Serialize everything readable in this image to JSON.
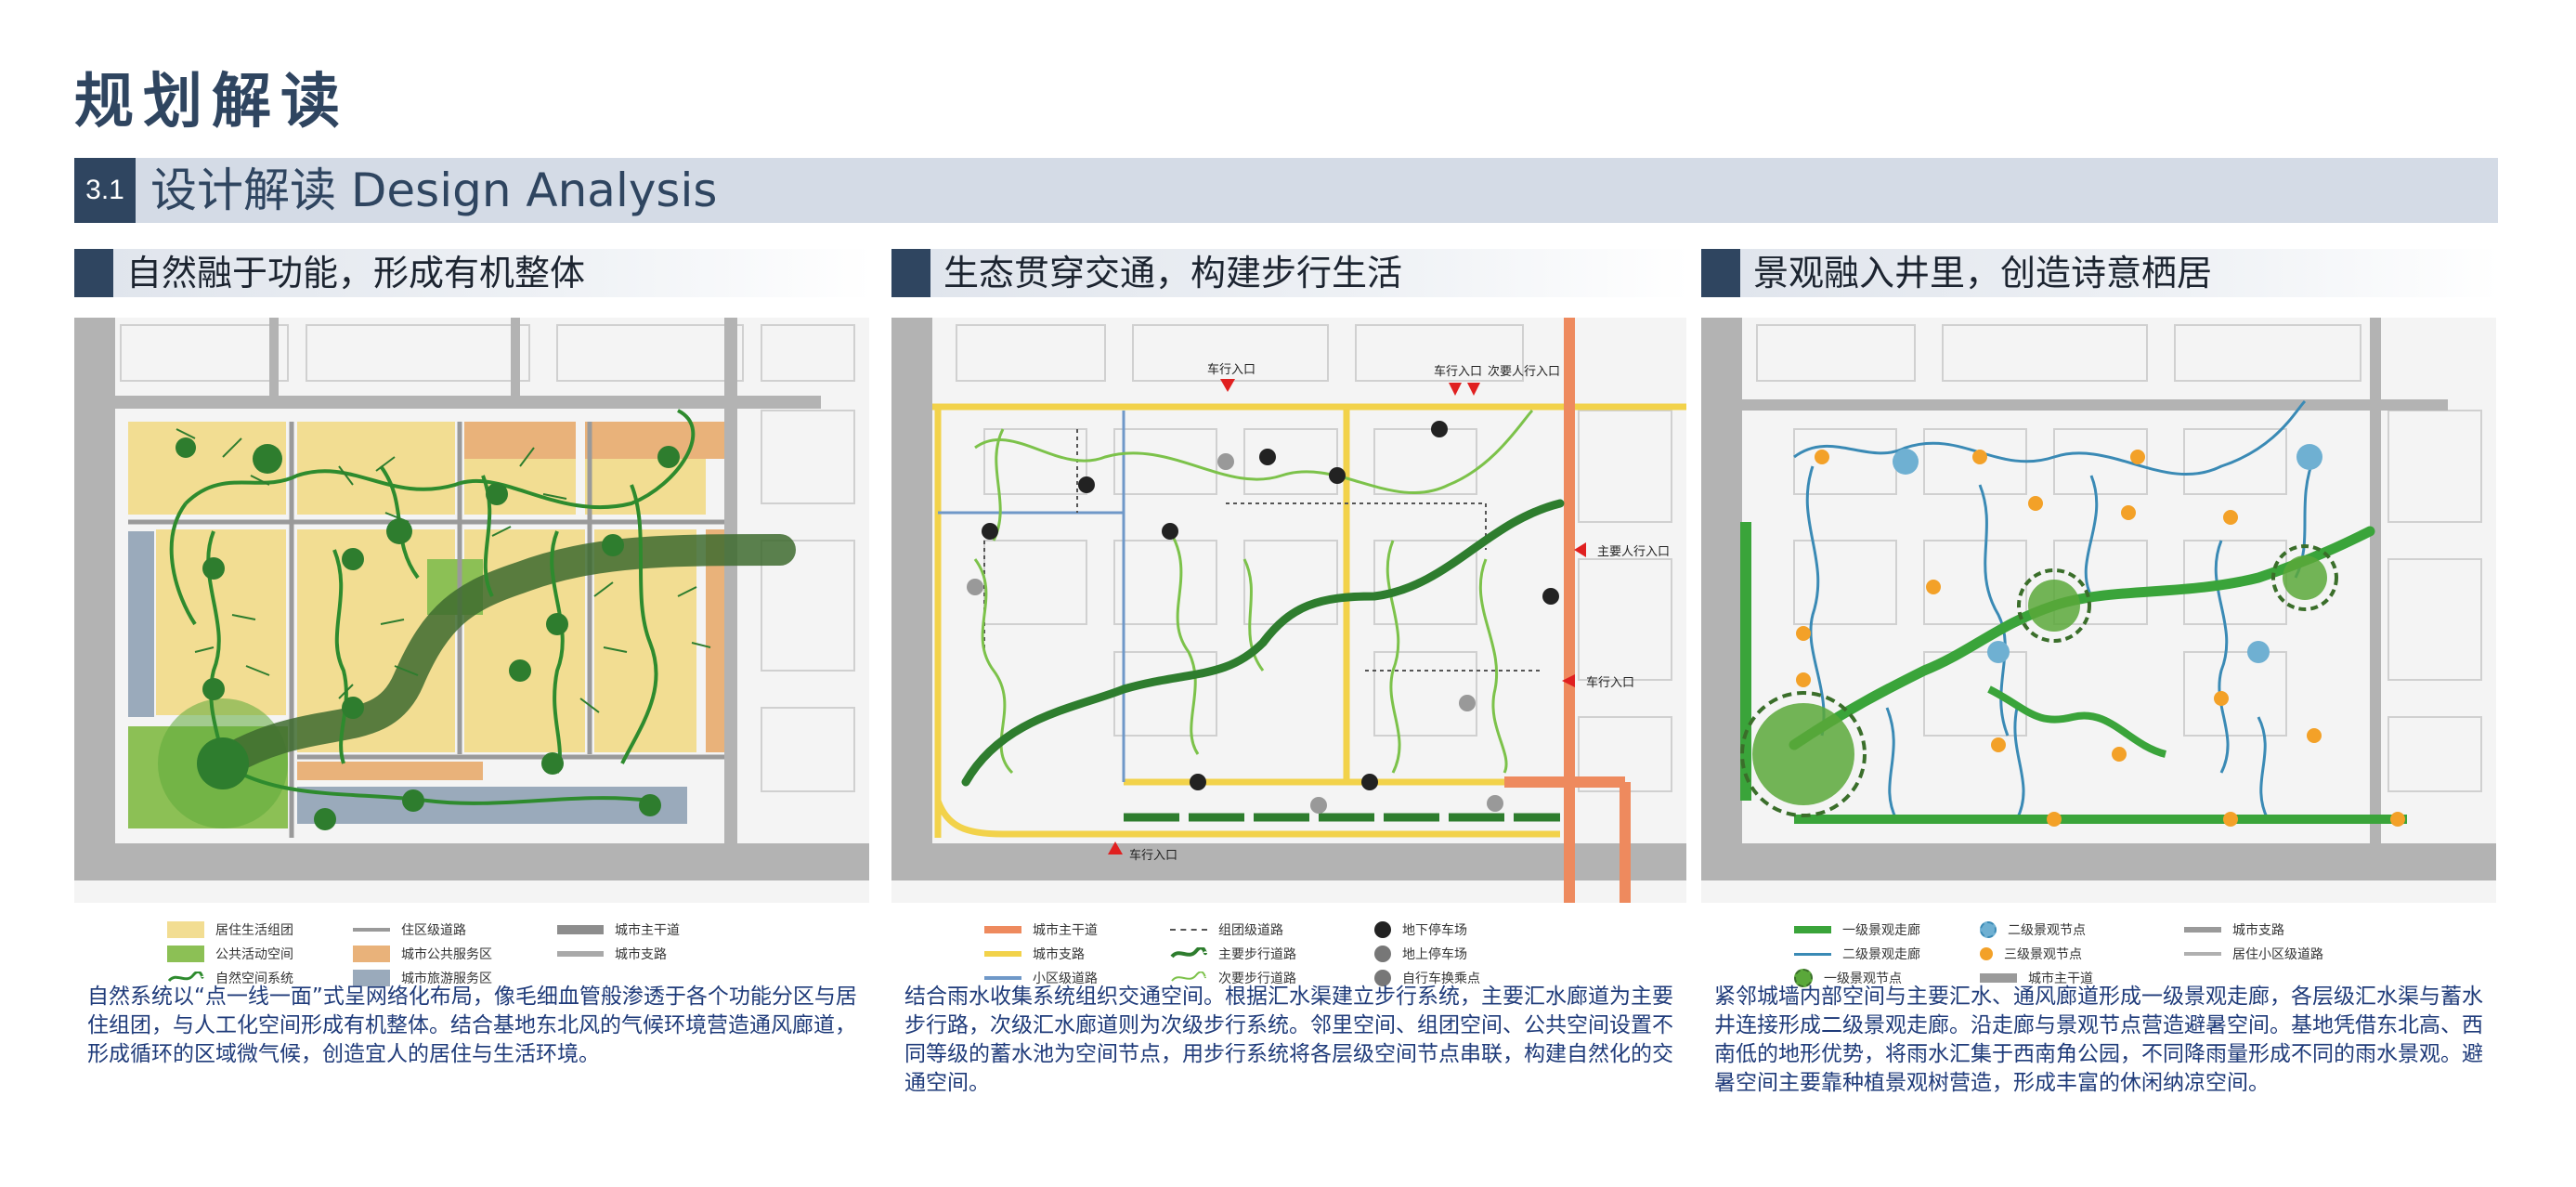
{
  "page_title": "规划解读",
  "section": {
    "number": "3.1",
    "title": "设计解读 Design Analysis"
  },
  "panels": [
    {
      "heading": "自然融于功能，形成有机整体",
      "legend": [
        {
          "label": "居住生活组团",
          "color": "#f2dd92"
        },
        {
          "label": "住区级道路",
          "color": "#9a9a9a"
        },
        {
          "label": "城市主干道",
          "color": "#8d8d8d"
        },
        {
          "label": "公共活动空间",
          "color": "#8cc055"
        },
        {
          "label": "城市公共服务区",
          "color": "#e9b27a"
        },
        {
          "label": "城市支路",
          "color": "#a9a9a9"
        },
        {
          "label": "自然空间系统",
          "color": "#2e8b2e"
        },
        {
          "label": "城市旅游服务区",
          "color": "#9aaabb"
        }
      ],
      "description": "自然系统以“点一线一面”式呈网络化布局，像毛细血管般渗透于各个功能分区与居住组团，与人工化空间形成有机整体。结合基地东北风的气候环境营造通风廊道，形成循环的区域微气候，创造宜人的居住与生活环境。"
    },
    {
      "heading": "生态贯穿交通，构建步行生活",
      "labels": {
        "car_entry_1": "车行入口",
        "car_entry_2": "车行入口",
        "ped_entry_main_top": "次要人行入口",
        "ped_entry_main": "主要人行入口",
        "car_entry_east": "车行入口",
        "car_entry_south": "车行入口"
      },
      "legend": [
        {
          "label": "城市主干道",
          "color": "#ee8a5e"
        },
        {
          "label": "组团级道路",
          "color": "#555555"
        },
        {
          "label": "地下停车场",
          "color": "#222222"
        },
        {
          "label": "城市支路",
          "color": "#f2d24a"
        },
        {
          "label": "主要步行道路",
          "color": "#2e7d2e"
        },
        {
          "label": "地上停车场",
          "color": "#777777"
        },
        {
          "label": "小区级道路",
          "color": "#6f98c8"
        },
        {
          "label": "次要步行道路",
          "color": "#7cc24a"
        },
        {
          "label": "自行车换乘点",
          "color": "#777777"
        }
      ],
      "description": "结合雨水收集系统组织交通空间。根据汇水渠建立步行系统，主要汇水廊道为主要步行路，次级汇水廊道则为次级步行系统。邻里空间、组团空间、公共空间设置不同等级的蓄水池为空间节点，用步行系统将各层级空间节点串联，构建自然化的交通空间。"
    },
    {
      "heading": "景观融入井里，创造诗意栖居",
      "legend": [
        {
          "label": "一级景观走廊",
          "color": "#3aa43a"
        },
        {
          "label": "二级景观节点",
          "color": "#6fb0d2"
        },
        {
          "label": "城市支路",
          "color": "#9a9a9a"
        },
        {
          "label": "二级景观走廊",
          "color": "#3a8ab5"
        },
        {
          "label": "三级景观节点",
          "color": "#f3a128"
        },
        {
          "label": "居住小区级道路",
          "color": "#b0b0b0"
        },
        {
          "label": "一级景观节点",
          "color": "#5aa83a"
        },
        {
          "label": "城市主干道",
          "color": "#9a9a9a"
        }
      ],
      "description": "紧邻城墙内部空间与主要汇水、通风廊道形成一级景观走廊，各层级汇水渠与蓄水井连接形成二级景观走廊。沿走廊与景观节点营造避暑空间。基地凭借东北高、西南低的地形优势，将雨水汇集于西南角公园，不同降雨量形成不同的雨水景观。避暑空间主要靠种植景观树营造，形成丰富的休闲纳凉空间。"
    }
  ]
}
